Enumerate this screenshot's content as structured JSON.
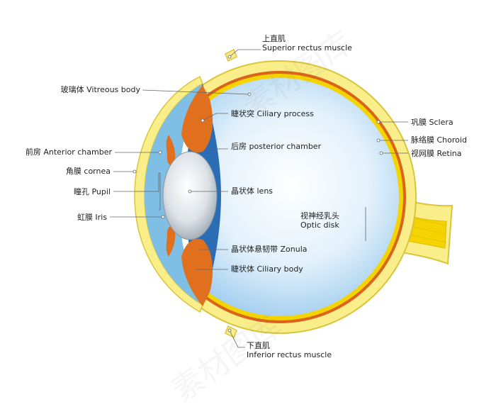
{
  "labels": {
    "superior_rectus_cn": "上直肌",
    "superior_rectus_en": "Superior rectus muscle",
    "vitreous": "玻璃体 Vitreous body",
    "ciliary_process": "睫状突  Ciliary process",
    "posterior_chamber": "后房 posterior chamber",
    "anterior_chamber": "前房 Anterior chamber",
    "cornea": "角膜 cornea",
    "pupil": "瞳孔 Pupil",
    "iris": "虹膜 Iris",
    "lens": "晶状体 lens",
    "zonula": "晶状体悬韧带 Zonula",
    "ciliary_body": "睫状体 Ciliary body",
    "sclera": "巩膜 Sclera",
    "choroid": "脉络膜 Choroid",
    "retina": "视网膜 Retina",
    "optic_disk_cn": "视神经乳头",
    "optic_disk_en": "Optic disk",
    "inferior_rectus_cn": "下直肌",
    "inferior_rectus_en": "Inferior rectus muscle"
  },
  "watermark": "素材图库",
  "colors": {
    "sclera": "#f9ee8a",
    "sclera_outline": "#d9c43a",
    "choroid": "#d9641a",
    "retina": "#f4d400",
    "vitreous": "#cfe7f8",
    "anterior_chamber": "#7fbfe6",
    "ciliary": "#e0701e",
    "lens": "#d7dde3",
    "leader": "#666666"
  }
}
